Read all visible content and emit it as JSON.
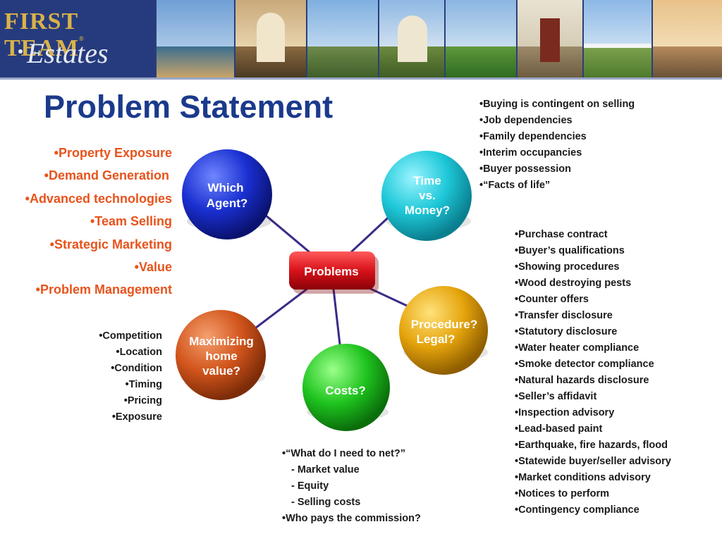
{
  "logo": {
    "line1": "FIRST TEAM",
    "trademark": "®",
    "line2": "Estates"
  },
  "title": "Problem Statement",
  "diagram": {
    "center": "Problems",
    "balls": {
      "which_agent": [
        "Which",
        "Agent?"
      ],
      "time_money": [
        "Time",
        "vs.",
        "Money?"
      ],
      "procedure": [
        "Procedure?",
        "Legal?"
      ],
      "costs": [
        "Costs?"
      ],
      "maximizing": [
        "Maximizing",
        "home",
        "value?"
      ]
    }
  },
  "left_list": [
    "•Property Exposure",
    "•Demand Generation",
    "•Advanced technologies",
    "•Team Selling",
    "•Strategic Marketing",
    "•Value",
    "•Problem Management"
  ],
  "competition_list": [
    "•Competition",
    "•Location",
    "•Condition",
    "•Timing",
    "•Pricing",
    "•Exposure"
  ],
  "top_right_list": [
    "•Buying is contingent on selling",
    "•Job dependencies",
    "•Family dependencies",
    "•Interim occupancies",
    "•Buyer possession",
    "•“Facts of life”"
  ],
  "procedure_list": [
    "•Purchase contract",
    "•Buyer’s qualifications",
    "•Showing procedures",
    "•Wood destroying pests",
    "•Counter offers",
    "•Transfer disclosure",
    "•Statutory disclosure",
    "•Water heater compliance",
    "•Smoke detector compliance",
    "•Natural hazards disclosure",
    "•Seller’s affidavit",
    "•Inspection advisory",
    "•Lead-based paint",
    "•Earthquake, fire hazards, flood",
    "•Statewide buyer/seller advisory",
    "•Market conditions advisory",
    "•Notices to perform",
    "•Contingency compliance"
  ],
  "costs_list": [
    "•“What do I need to net?”",
    "- Market value",
    "- Equity",
    "- Selling costs",
    "•Who pays the commission?"
  ],
  "colors": {
    "title_blue": "#1b3a8c",
    "orange_text": "#e8531d",
    "ball_blue": "#1a2fd0",
    "ball_cyan": "#1ec8d8",
    "ball_gold": "#e5a40c",
    "ball_green": "#1fc41f",
    "ball_orange": "#d2551c",
    "box_red": "#d8121a",
    "connector": "#3b2a86"
  }
}
